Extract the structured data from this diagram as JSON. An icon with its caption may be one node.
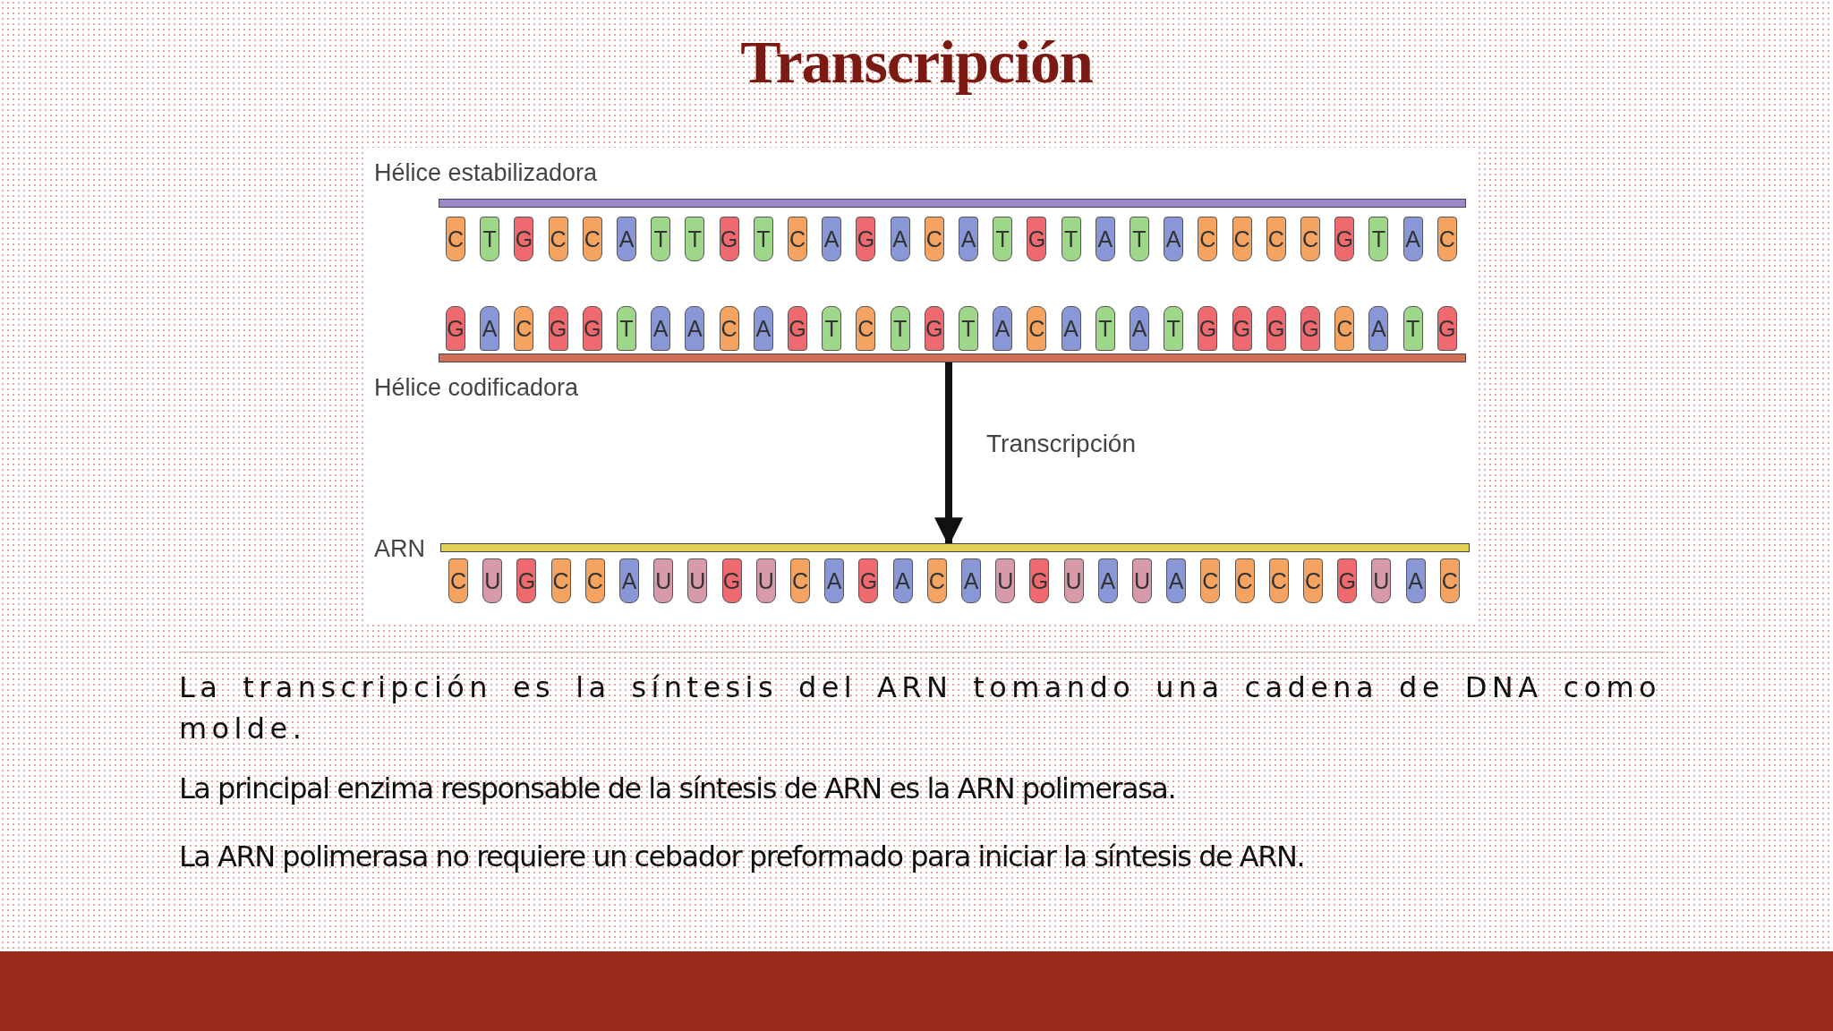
{
  "diagram": {
    "title": "Transcripción",
    "nodes": [
      {
        "text": [],
        "shape": "bar",
        "beside": [
          "Hélice estabilizadora"
        ]
      },
      {
        "text": [
          "C"
        ]
      },
      {
        "text": [
          "T"
        ]
      },
      {
        "text": [
          "G"
        ]
      },
      {
        "text": [
          "C"
        ]
      },
      {
        "text": [
          "C"
        ]
      },
      {
        "text": [
          "A"
        ]
      },
      {
        "text": [
          "T"
        ]
      },
      {
        "text": [
          "T"
        ]
      },
      {
        "text": [
          "G"
        ]
      },
      {
        "text": [
          "T"
        ]
      },
      {
        "text": [
          "C"
        ]
      },
      {
        "text": [
          "A"
        ]
      },
      {
        "text": [
          "G"
        ]
      },
      {
        "text": [
          "A"
        ]
      },
      {
        "text": [
          "C"
        ]
      },
      {
        "text": [
          "A"
        ]
      },
      {
        "text": [
          "T"
        ]
      },
      {
        "text": [
          "G"
        ]
      },
      {
        "text": [
          "T"
        ]
      },
      {
        "text": [
          "A"
        ]
      },
      {
        "text": [
          "T"
        ]
      },
      {
        "text": [
          "A"
        ]
      },
      {
        "text": [
          "C"
        ]
      },
      {
        "text": [
          "C"
        ]
      },
      {
        "text": [
          "C"
        ]
      },
      {
        "text": [
          "C"
        ]
      },
      {
        "text": [
          "G"
        ]
      },
      {
        "text": [
          "T"
        ]
      },
      {
        "text": [
          "A"
        ]
      },
      {
        "text": [
          "C"
        ]
      },
      {
        "text": [
          "G"
        ]
      },
      {
        "text": [
          "A"
        ]
      },
      {
        "text": [
          "C"
        ]
      },
      {
        "text": [
          "G"
        ]
      },
      {
        "text": [
          "G"
        ]
      },
      {
        "text": [
          "T"
        ]
      },
      {
        "text": [
          "A"
        ]
      },
      {
        "text": [
          "A"
        ]
      },
      {
        "text": [
          "C"
        ]
      },
      {
        "text": [
          "A"
        ]
      },
      {
        "text": [
          "G"
        ]
      },
      {
        "text": [
          "T"
        ]
      },
      {
        "text": [
          "C"
        ]
      },
      {
        "text": [
          "T"
        ]
      },
      {
        "text": [
          "G"
        ]
      },
      {
        "text": [
          "T"
        ]
      },
      {
        "text": [
          "A"
        ]
      },
      {
        "text": [
          "C"
        ]
      },
      {
        "text": [
          "A"
        ]
      },
      {
        "text": [
          "T"
        ]
      },
      {
        "text": [
          "A"
        ]
      },
      {
        "text": [
          "T"
        ]
      },
      {
        "text": [
          "G"
        ]
      },
      {
        "text": [
          "G"
        ]
      },
      {
        "text": [
          "G"
        ]
      },
      {
        "text": [
          "G"
        ]
      },
      {
        "text": [
          "C"
        ]
      },
      {
        "text": [
          "A"
        ]
      },
      {
        "text": [
          "T"
        ]
      },
      {
        "text": [
          "G"
        ]
      },
      {
        "text": [],
        "shape": "bar",
        "beside": [
          "Hélice codificadora"
        ]
      },
      {
        "text": [],
        "shape": "bar",
        "beside": [
          "ARN"
        ]
      },
      {
        "text": [
          "C"
        ]
      },
      {
        "text": [
          "U"
        ]
      },
      {
        "text": [
          "G"
        ]
      },
      {
        "text": [
          "C"
        ]
      },
      {
        "text": [
          "C"
        ]
      },
      {
        "text": [
          "A"
        ]
      },
      {
        "text": [
          "U"
        ]
      },
      {
        "text": [
          "U"
        ]
      },
      {
        "text": [
          "G"
        ]
      },
      {
        "text": [
          "U"
        ]
      },
      {
        "text": [
          "C"
        ]
      },
      {
        "text": [
          "A"
        ]
      },
      {
        "text": [
          "G"
        ]
      },
      {
        "text": [
          "A"
        ]
      },
      {
        "text": [
          "C"
        ]
      },
      {
        "text": [
          "A"
        ]
      },
      {
        "text": [
          "U"
        ]
      },
      {
        "text": [
          "G"
        ]
      },
      {
        "text": [
          "U"
        ]
      },
      {
        "text": [
          "A"
        ]
      },
      {
        "text": [
          "U"
        ]
      },
      {
        "text": [
          "A"
        ]
      },
      {
        "text": [
          "C"
        ]
      },
      {
        "text": [
          "C"
        ]
      },
      {
        "text": [
          "C"
        ]
      },
      {
        "text": [
          "C"
        ]
      },
      {
        "text": [
          "G"
        ]
      },
      {
        "text": [
          "U"
        ]
      },
      {
        "text": [
          "A"
        ]
      },
      {
        "text": [
          "C"
        ]
      }
    ],
    "edges": [
      {
        "from": 61,
        "to": 62,
        "arrow": "to",
        "label": "Transcripción"
      }
    ],
    "labels": [
      "La transcripción es la síntesis del ARN tomando una cadena de DNA como molde.",
      "La principal enzima responsable de la síntesis de ARN es la ARN polimerasa.",
      "La ARN polimerasa no requiere un cebador preformado para iniciar la síntesis de ARN."
    ]
  }
}
